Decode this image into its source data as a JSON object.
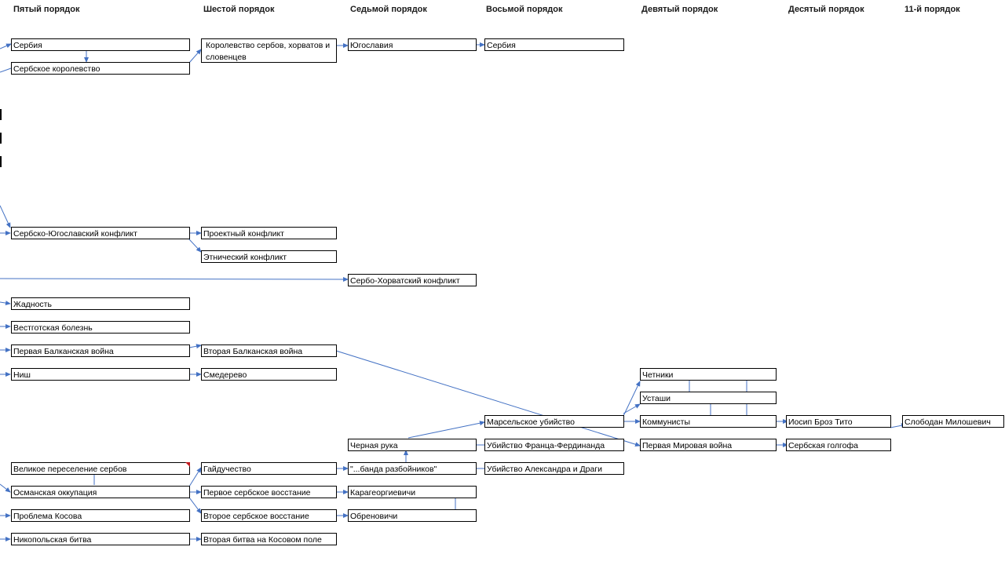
{
  "headers": {
    "h5": "Пятый порядок",
    "h6": "Шестой порядок",
    "h7": "Седьмой порядок",
    "h8": "Восьмой порядок",
    "h9": "Девятый порядок",
    "h10": "Десятый порядок",
    "h11": "11-й порядок"
  },
  "nodes": {
    "serbia5": "Сербия",
    "serb_kingdom": "Сербское королевство",
    "kingdom_shs": "Королевство сербов, хорватов и словенцев",
    "yugoslavia": "Югославия",
    "serbia8": "Сербия",
    "serb_yug_conflict": "Сербско-Югославский конфликт",
    "project_conflict": "Проектный конфликт",
    "ethnic_conflict": "Этнический конфликт",
    "serb_croat_conflict": "Сербо-Хорватский конфликт",
    "greed": "Жадность",
    "westgoth_disease": "Вестготская болезнь",
    "first_balkan": "Первая Балканская война",
    "second_balkan": "Вторая Балканская война",
    "nis": "Ниш",
    "smederevo": "Смедерево",
    "chetniks": "Четники",
    "ustashe": "Усташи",
    "marseille": "Марсельское убийство",
    "communists": "Коммунисты",
    "tito": "Иосип Броз Тито",
    "milosevic": "Слободан Милошевич",
    "black_hand": "Черная рука",
    "ff_murder": "Убийство Франца-Фердинанда",
    "ww1": "Первая Мировая война",
    "serb_golgotha": "Сербская голгофа",
    "great_migration": "Великое переселение сербов",
    "hajduks": "Гайдучество",
    "bandits": "\"...банда разбойников\"",
    "alex_draga": "Убийство Александра и Драги",
    "ottoman": "Османская оккупация",
    "first_uprising": "Первое сербское восстание",
    "karageorg": "Карагеоргиевичи",
    "kosovo_problem": "Проблема Косова",
    "second_uprising": "Второе сербское восстание",
    "obrenovic": "Обреновичи",
    "nicopolis": "Никопольская битва",
    "kosovo2": "Вторая битва на Косовом поле"
  },
  "colors": {
    "connector": "#4472c4",
    "border": "#000000",
    "comment_marker": "#c0191e"
  }
}
